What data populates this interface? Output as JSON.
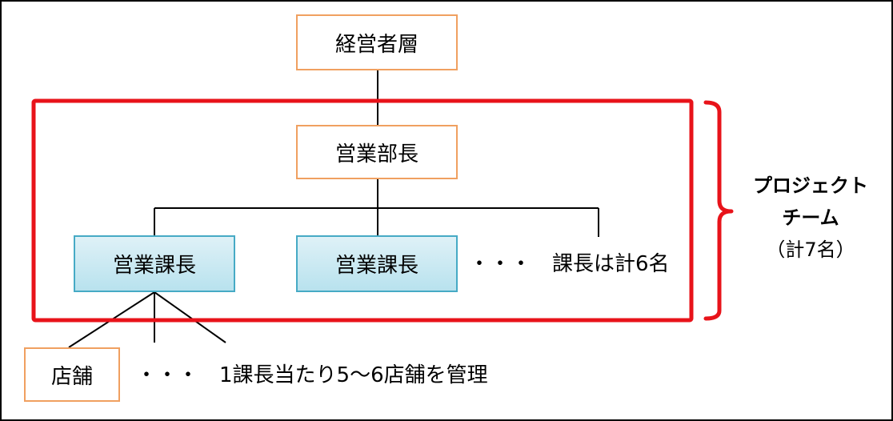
{
  "nodes": {
    "executives": "経営者層",
    "sales_director": "営業部長",
    "section_chief_1": "営業課長",
    "section_chief_2": "営業課長",
    "store": "店舗"
  },
  "notes": {
    "chiefs_total": "・・・　課長は計6名",
    "stores_per_chief": "・・・　1課長当たり5～6店舗を管理"
  },
  "team": {
    "line1": "プロジェクト",
    "line2": "チーム",
    "line3": "（計7名）"
  },
  "colors": {
    "team_border": "#e8131a",
    "orange_box_border": "#f0a060",
    "blue_box_border": "#46aac5"
  }
}
